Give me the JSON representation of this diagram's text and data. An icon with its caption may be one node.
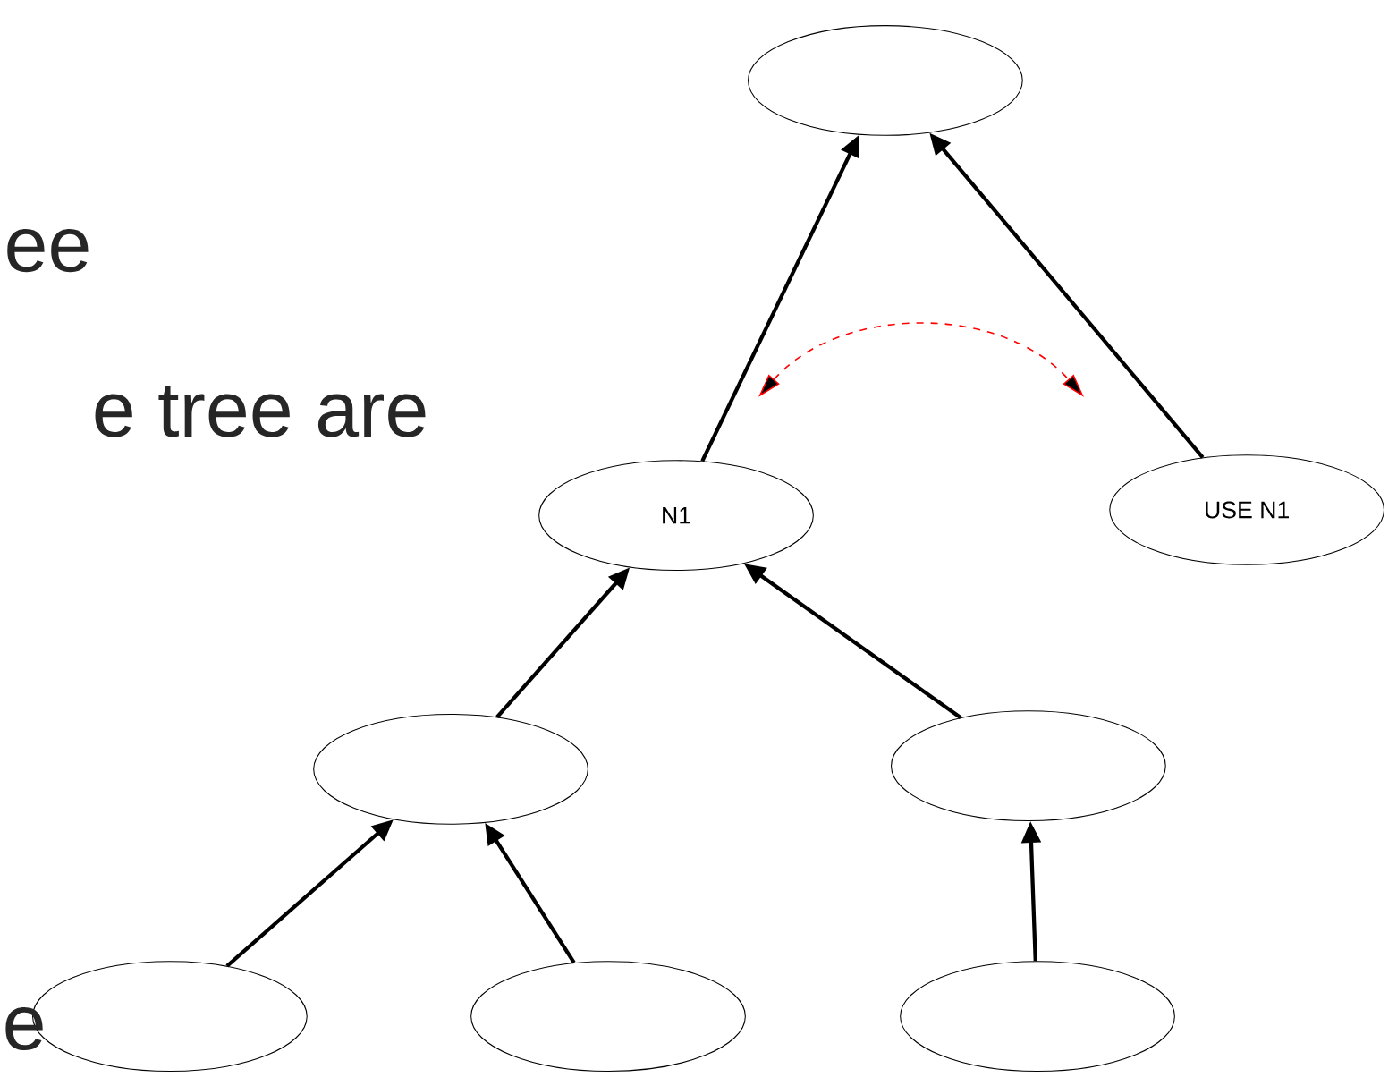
{
  "diagram": {
    "nodes": [
      {
        "text": [],
        "shape": "ellipse"
      },
      {
        "text": [
          "N1"
        ]
      },
      {
        "text": [
          "USE N1"
        ]
      },
      {
        "text": [],
        "shape": "ellipse"
      },
      {
        "text": [],
        "shape": "ellipse"
      },
      {
        "text": [],
        "shape": "ellipse"
      },
      {
        "text": [],
        "shape": "ellipse"
      },
      {
        "text": [],
        "shape": "ellipse"
      }
    ],
    "edges": [
      {
        "from": 1,
        "to": 0,
        "arrow": "to"
      },
      {
        "from": 2,
        "to": 0,
        "arrow": "to"
      },
      {
        "from": 3,
        "to": 1,
        "arrow": "to"
      },
      {
        "from": 4,
        "to": 1,
        "arrow": "to"
      },
      {
        "from": 5,
        "to": 3,
        "arrow": "to"
      },
      {
        "from": 6,
        "to": 3,
        "arrow": "to"
      },
      {
        "from": 7,
        "to": 4,
        "arrow": "to"
      }
    ],
    "labels": [
      "ee",
      "e tree are",
      "e"
    ]
  }
}
